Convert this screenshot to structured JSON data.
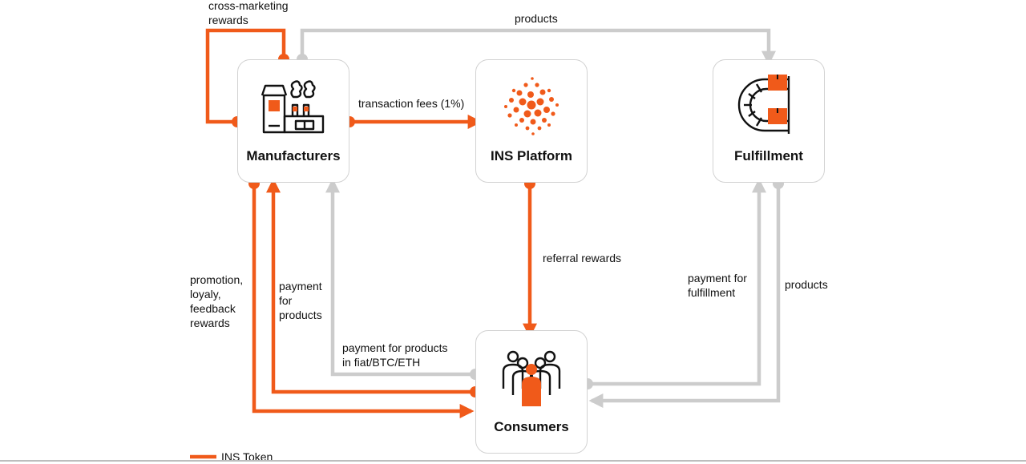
{
  "colors": {
    "token": "#f05a1a",
    "neutral": "#cccccc",
    "box_border": "#d2d2d2",
    "text": "#111111"
  },
  "nodes": {
    "manufacturers": {
      "label": "Manufacturers",
      "icon": "factory-icon"
    },
    "platform": {
      "label": "INS Platform",
      "icon": "ins-logo-icon"
    },
    "fulfillment": {
      "label": "Fulfillment",
      "icon": "conveyor-boxes-icon"
    },
    "consumers": {
      "label": "Consumers",
      "icon": "people-group-icon"
    }
  },
  "edges": {
    "cross_marketing": {
      "label": [
        "cross-marketing",
        "rewards"
      ],
      "kind": "token"
    },
    "products_top": {
      "label": "products",
      "kind": "neutral"
    },
    "transaction_fees": {
      "label": "transaction fees (1%)",
      "kind": "token"
    },
    "referral_rewards": {
      "label": "referral rewards",
      "kind": "token"
    },
    "promotion": {
      "label": [
        "promotion,",
        "loyaly,",
        "feedback",
        "rewards"
      ],
      "kind": "token"
    },
    "payment_products": {
      "label": [
        "payment",
        "for",
        "products"
      ],
      "kind": "token"
    },
    "payment_fiat": {
      "label": [
        "payment for products",
        "in fiat/BTC/ETH"
      ],
      "kind": "neutral"
    },
    "payment_fulfillment": {
      "label": [
        "payment for",
        "fulfillment"
      ],
      "kind": "neutral"
    },
    "products_right": {
      "label": "products",
      "kind": "neutral"
    }
  },
  "legend": {
    "label": "INS Token"
  }
}
